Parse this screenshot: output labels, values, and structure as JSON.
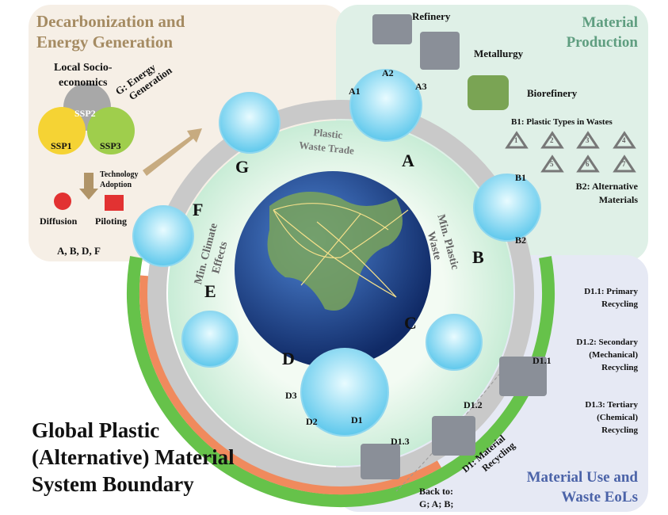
{
  "panels": {
    "decarbonization": {
      "title_line1": "Decarbonization and",
      "title_line2": "Energy Generation",
      "color": "#a58b62"
    },
    "material_production": {
      "title_line1": "Material",
      "title_line2": "Production",
      "color": "#5f9e80"
    },
    "material_use": {
      "title_line1": "Material Use and",
      "title_line2": "Waste EoLs",
      "color": "#4b63a8"
    }
  },
  "socio": {
    "title_line1": "Local Socio-",
    "title_line2": "economics",
    "ssp": [
      "SSP1",
      "SSP2",
      "SSP3"
    ],
    "tech_line1": "Technology",
    "tech_line2": "Adoption",
    "diffusion": "Diffusion",
    "piloting": "Piloting",
    "applies_to": "A, B, D, F",
    "energy_arrow_line1": "G: Energy",
    "energy_arrow_line2": "Generation"
  },
  "production": {
    "refinery": "Refinery",
    "metallurgy": "Metallurgy",
    "biorefinery": "Biorefinery",
    "a1": "A1",
    "a2": "A2",
    "a3": "A3",
    "b1_title": "B1: Plastic Types in Wastes",
    "plastic_codes": [
      "1",
      "2",
      "3",
      "4",
      "5",
      "6",
      "7"
    ],
    "b1": "B1",
    "b2": "B2",
    "b2_title_line1": "B2: Alternative",
    "b2_title_line2": "Materials"
  },
  "recycling": {
    "d11_title_line1": "D1.1: Primary",
    "d11_title_line2": "Recycling",
    "d12_title_line1": "D1.2: Secondary",
    "d12_title_line2": "(Mechanical)",
    "d12_title_line3": "Recycling",
    "d13_title_line1": "D1.3: Tertiary",
    "d13_title_line2": "(Chemical)",
    "d13_title_line3": "Recycling",
    "d11": "D1.1",
    "d12": "D1.2",
    "d13": "D1.3",
    "d1_label_line1": "D1: Material",
    "d1_label_line2": "Recycling",
    "back_line1": "Back to:",
    "back_line2": "G; A; B;",
    "d1": "D1",
    "d2": "D2",
    "d3": "D3"
  },
  "ring": {
    "nodes": [
      "A",
      "B",
      "C",
      "D",
      "E",
      "F",
      "G"
    ],
    "trade_line1": "Plastic",
    "trade_line2": "Waste Trade",
    "min_waste_line1": "Min. Plastic",
    "min_waste_line2": "Waste",
    "min_climate_line1": "Min. Climate",
    "min_climate_line2": "Effects"
  },
  "title": {
    "line1": "Global Plastic",
    "line2": "(Alternative) Material",
    "line3": "System Boundary"
  }
}
